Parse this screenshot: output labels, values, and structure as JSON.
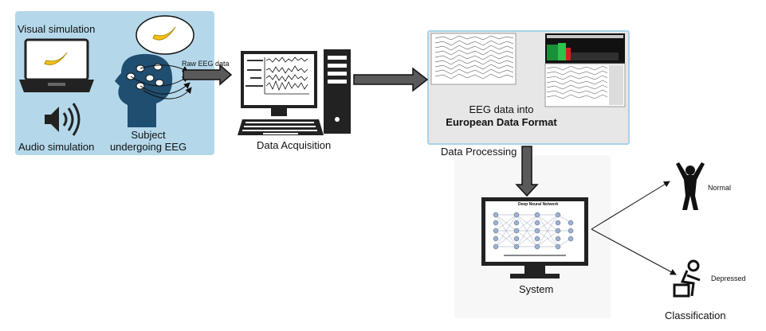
{
  "stimulus": {
    "visual_label": "Visual simulation",
    "audio_label": "Audio simulation",
    "subject_label_line1": "Subject",
    "subject_label_line2": "undergoing EEG",
    "thought_icon": "banana-icon",
    "screen_icon": "banana-icon",
    "speaker_icon": "speaker-icon"
  },
  "arrows": {
    "raw_eeg_label": "Raw EEG data"
  },
  "acquisition": {
    "label": "Data Acquisition"
  },
  "processing": {
    "text_line1": "EEG data into",
    "text_line2": "European Data Format",
    "label": "Data Processing"
  },
  "system": {
    "screen_title": "Deep Neural Network",
    "label": "System"
  },
  "classification": {
    "normal_label": "Normal",
    "depressed_label": "Depressed",
    "label": "Classification"
  },
  "colors": {
    "stimulus_panel": "#b4d8ea",
    "processing_border": "#a9d3ea",
    "head": "#1f4e70",
    "arrow_fill": "#5a5a5a",
    "banana": "#f2c318"
  }
}
